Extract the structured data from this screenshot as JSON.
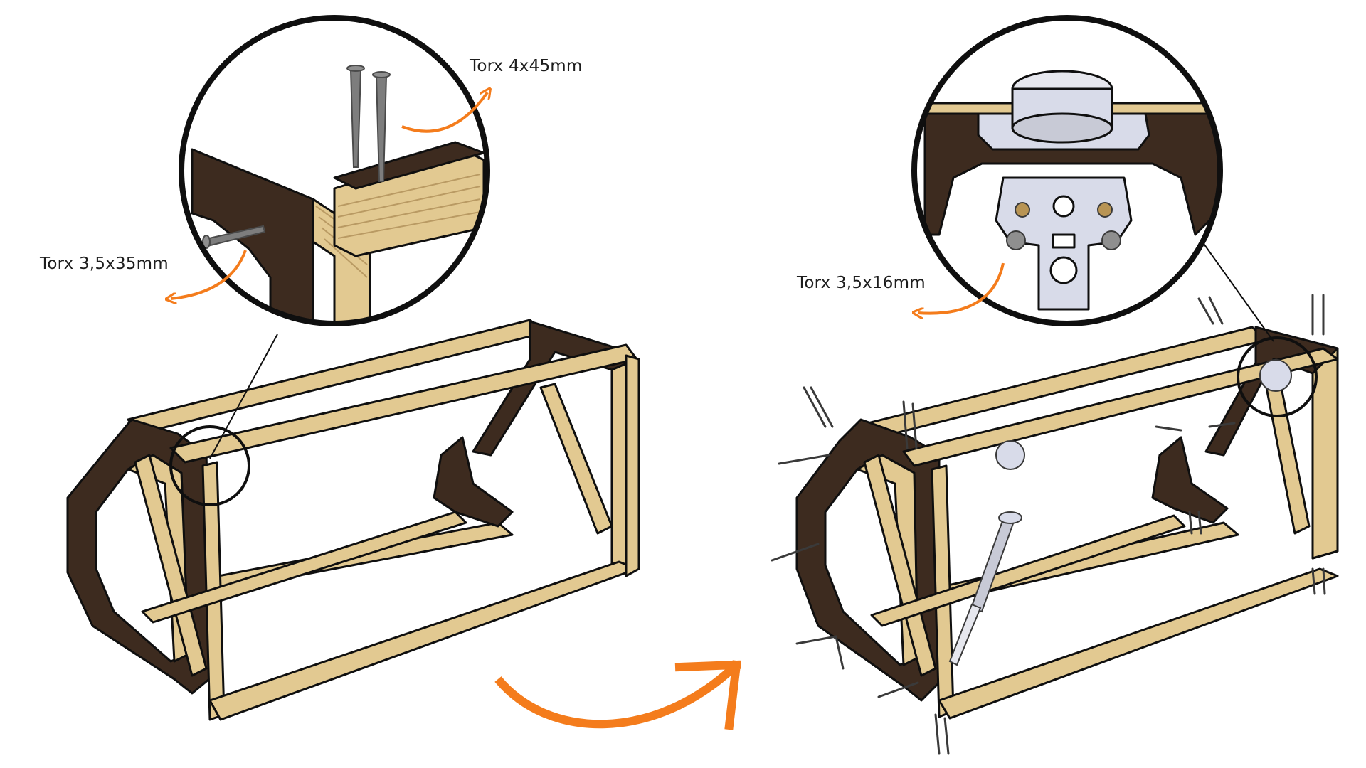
{
  "annotations": {
    "screw_top": "Torx 4x45mm",
    "screw_left": "Torx 3,5x35mm",
    "screw_hinge": "Torx 3,5x16mm"
  },
  "colors": {
    "accent_orange": "#f47c1c",
    "plywood_face": "#3d2b1f",
    "plywood_edge": "#e2c991",
    "outline": "#0f0f0f",
    "hardware": "#d8dbe9",
    "screw": "#7d7d7d"
  },
  "icons": {
    "step_arrow": "curved-arrow-icon",
    "rotation_arrows": "rotate-arrow-icon"
  }
}
